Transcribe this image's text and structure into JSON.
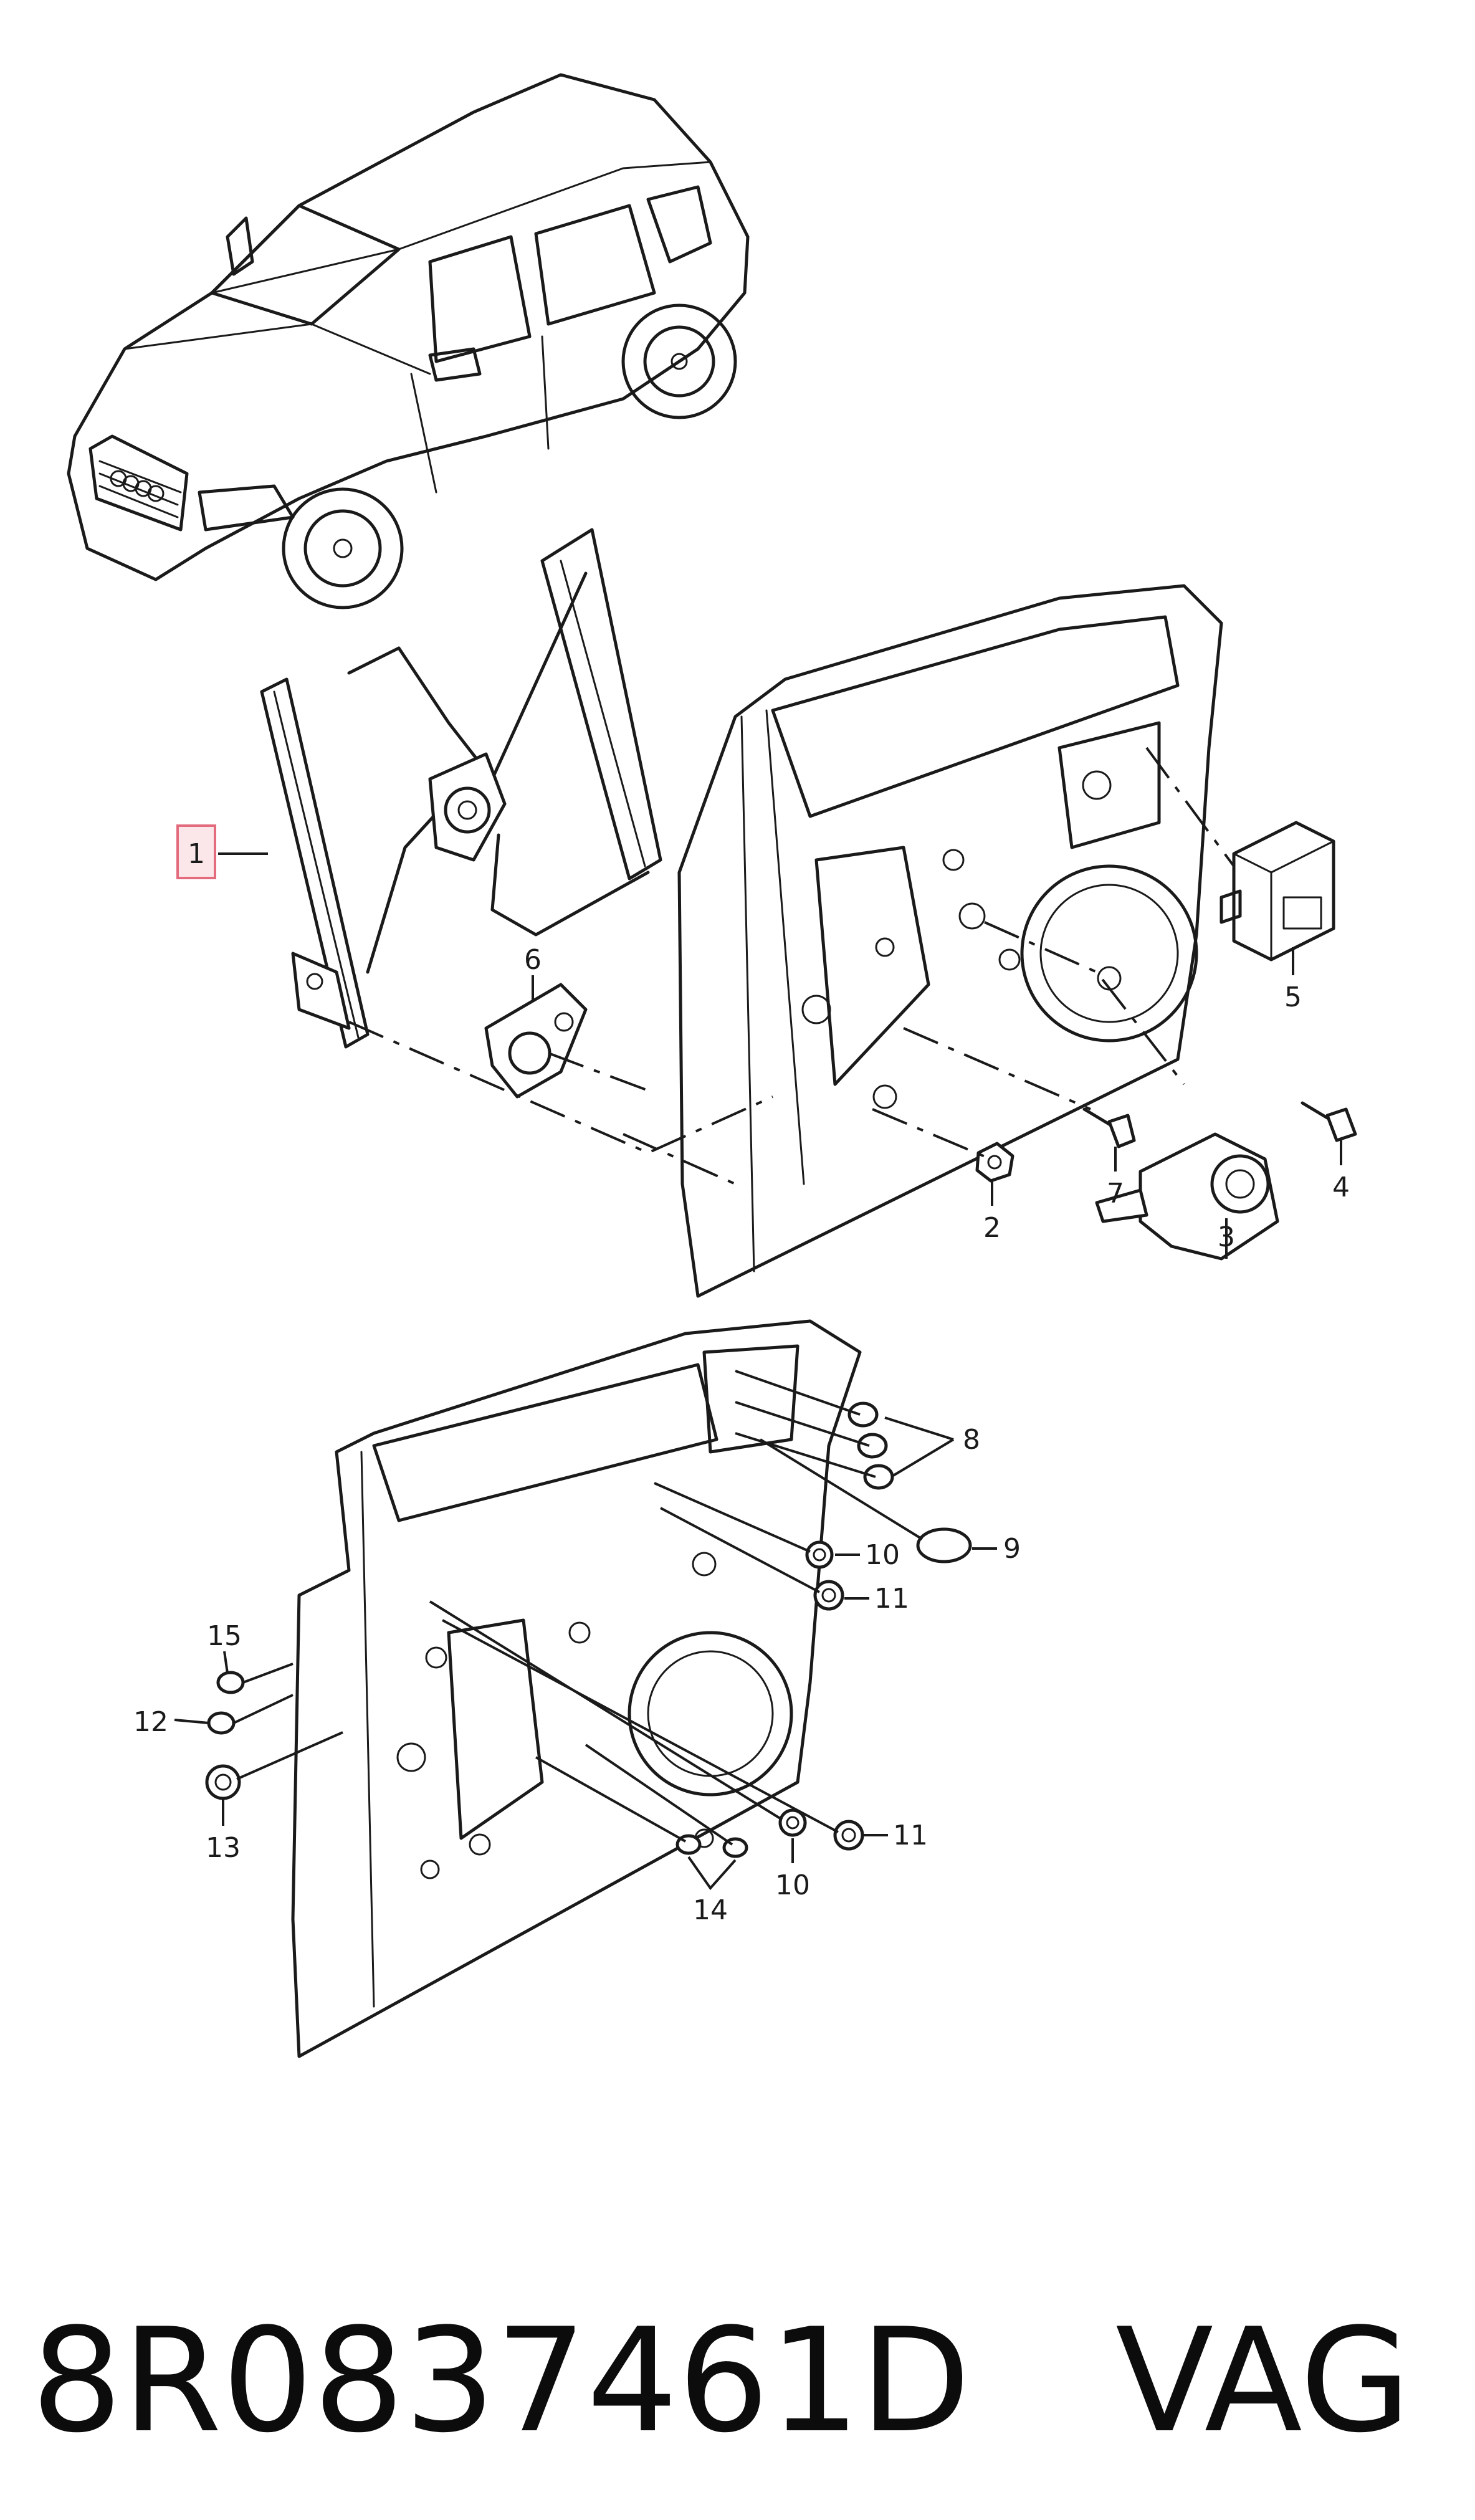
{
  "callouts": {
    "c1": "1",
    "c2": "2",
    "c3": "3",
    "c4": "4",
    "c5": "5",
    "c6": "6",
    "c7": "7",
    "c8": "8",
    "c9": "9",
    "c10a": "10",
    "c10b": "10",
    "c11a": "11",
    "c11b": "11",
    "c12": "12",
    "c13": "13",
    "c14": "14",
    "c15": "15"
  },
  "footer": {
    "part_number": "8R0837461D",
    "brand": "VAG"
  },
  "colors": {
    "line": "#1a1a1a",
    "highlight_fill": "#fbe7ea",
    "highlight_stroke": "#e36b7d"
  }
}
